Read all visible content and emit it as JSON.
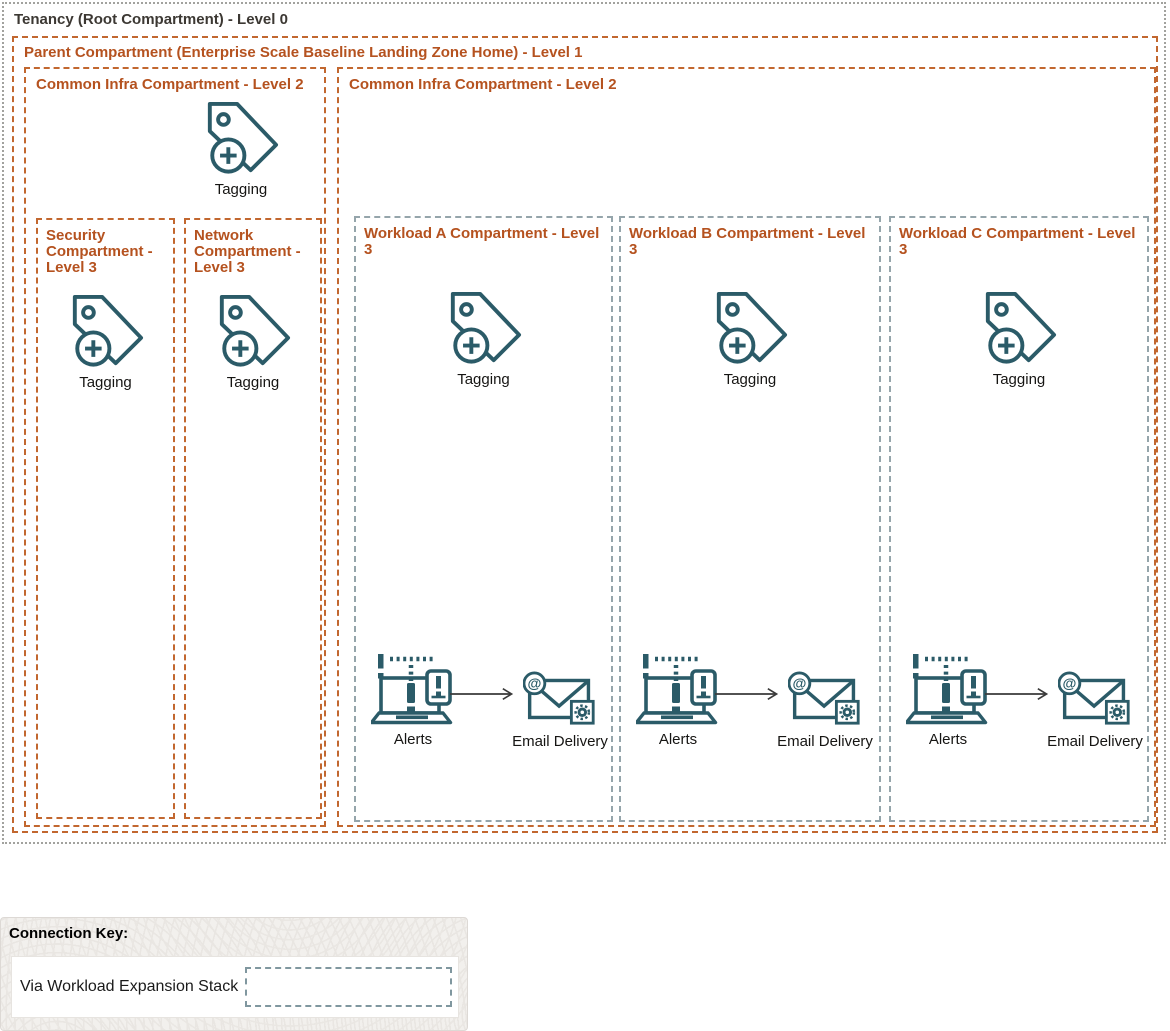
{
  "tenancy": {
    "label": "Tenancy (Root Compartment) - Level 0"
  },
  "parent": {
    "label": "Parent Compartment (Enterprise Scale Baseline Landing Zone Home) - Level 1"
  },
  "common_infra_left": {
    "label": "Common Infra Compartment - Level 2",
    "tagging_label": "Tagging",
    "security": {
      "label": "Security Compartment - Level 3",
      "tagging_label": "Tagging"
    },
    "network": {
      "label": "Network Compartment - Level 3",
      "tagging_label": "Tagging"
    }
  },
  "common_infra_right": {
    "label": "Common Infra Compartment - Level 2",
    "workloads": [
      {
        "label": "Workload A Compartment - Level 3",
        "tagging_label": "Tagging",
        "alerts_label": "Alerts",
        "email_label": "Email Delivery"
      },
      {
        "label": "Workload B Compartment - Level 3",
        "tagging_label": "Tagging",
        "alerts_label": "Alerts",
        "email_label": "Email Delivery"
      },
      {
        "label": "Workload C Compartment - Level 3",
        "tagging_label": "Tagging",
        "alerts_label": "Alerts",
        "email_label": "Email Delivery"
      }
    ]
  },
  "legend": {
    "title": "Connection Key:",
    "items": [
      {
        "label": "Via Workload Expansion Stack",
        "sample": "dashed-slate-rectangle"
      }
    ]
  },
  "icons": {
    "tagging": "tag-with-plus-badge",
    "alerts": "laptop-with-exclamation-and-phone",
    "email_delivery": "envelope-with-at-sign-and-gear",
    "connector": "right-arrow"
  },
  "colors": {
    "compartment_orange_text": "#b5521f",
    "compartment_orange_border": "#c2672f",
    "workload_border_slate": "#95a5ab",
    "tenancy_border_gray": "#a2a29e",
    "icon_teal": "#2b5b68",
    "caption_dark": "#161513",
    "legend_background": "#f2f0ed"
  }
}
